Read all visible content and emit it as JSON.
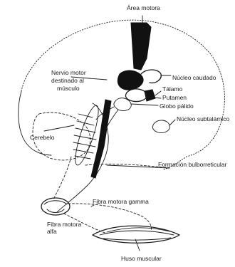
{
  "labels": {
    "area_motora": "Área motora",
    "nervio_motor_line1": "Nervio motor",
    "nervio_motor_line2": "destinado al",
    "nervio_motor_line3": "músculo",
    "nucleo_caudado": "Núcleo caudado",
    "talamo": "Tálamo",
    "putamen": "Putamen",
    "globo_palido": "Globo pálido",
    "nucleo_subtalamico": "Núcleo subtalámico",
    "cerebelo": "Cerebelo",
    "formacion_reticular": "Formación bulborreticular",
    "fibra_gamma": "Fibra motora gamma",
    "fibra_alfa_line1": "Fibra motora",
    "fibra_alfa_line2": "alfa",
    "huso_muscular": "Huso muscular"
  },
  "colors": {
    "ink": "#1a1a1a",
    "structure_fill": "#111111",
    "background": "#ffffff"
  }
}
